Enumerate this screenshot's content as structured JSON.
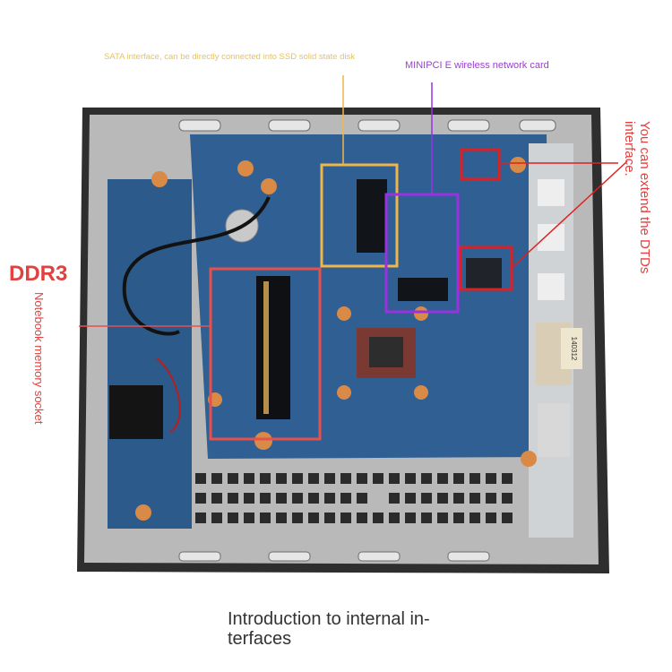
{
  "labels": {
    "sata": "SATA interface, can be directly connected into SSD solid state disk",
    "minipci": "MINIPCI E wireless network card",
    "ddr3": "DDR3",
    "notebook_memory": "Notebook memory socket",
    "dtds": "You can extend the DTDs interface.",
    "caption": "Introduction to internal in-terfaces"
  },
  "board_markings": {
    "sticker_number": "140312"
  },
  "colors": {
    "sata_box": "#f0b64a",
    "minipci_box": "#9b30e0",
    "ddr3_box": "#e8504c",
    "dtds_box": "#e02020",
    "pcb": "#2f5f93",
    "chassis": "#b9b9b9"
  }
}
